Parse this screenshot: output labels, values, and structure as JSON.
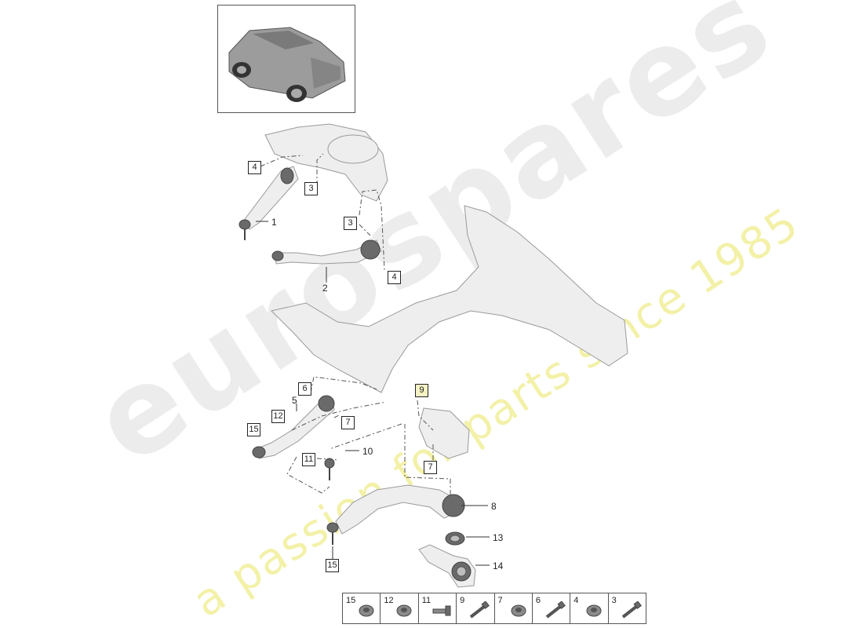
{
  "watermark": {
    "brand": "eurospares",
    "tagline": "a passion for parts since 1985"
  },
  "callouts": {
    "c1": "1",
    "c2": "2",
    "c5": "5",
    "c8": "8",
    "c10": "10",
    "c13": "13",
    "c14": "14"
  },
  "boxes": {
    "b4a": "4",
    "b3a": "3",
    "b3b": "3",
    "b4b": "4",
    "b6": "6",
    "b12": "12",
    "b15a": "15",
    "b9": "9",
    "b7a": "7",
    "b11": "11",
    "b7b": "7",
    "b15b": "15"
  },
  "legend": [
    {
      "num": "15",
      "icon": "nut-icon"
    },
    {
      "num": "12",
      "icon": "nut-icon"
    },
    {
      "num": "11",
      "icon": "bolt-icon"
    },
    {
      "num": "9",
      "icon": "bolt-icon"
    },
    {
      "num": "7",
      "icon": "nut-icon"
    },
    {
      "num": "6",
      "icon": "bolt-icon"
    },
    {
      "num": "4",
      "icon": "nut-icon"
    },
    {
      "num": "3",
      "icon": "bolt-icon"
    }
  ],
  "colors": {
    "part_fill": "#eeeeee",
    "part_stroke": "#9a9a9a",
    "dark_part": "#6a6a6a",
    "highlight_box": "#f4f1c4"
  }
}
